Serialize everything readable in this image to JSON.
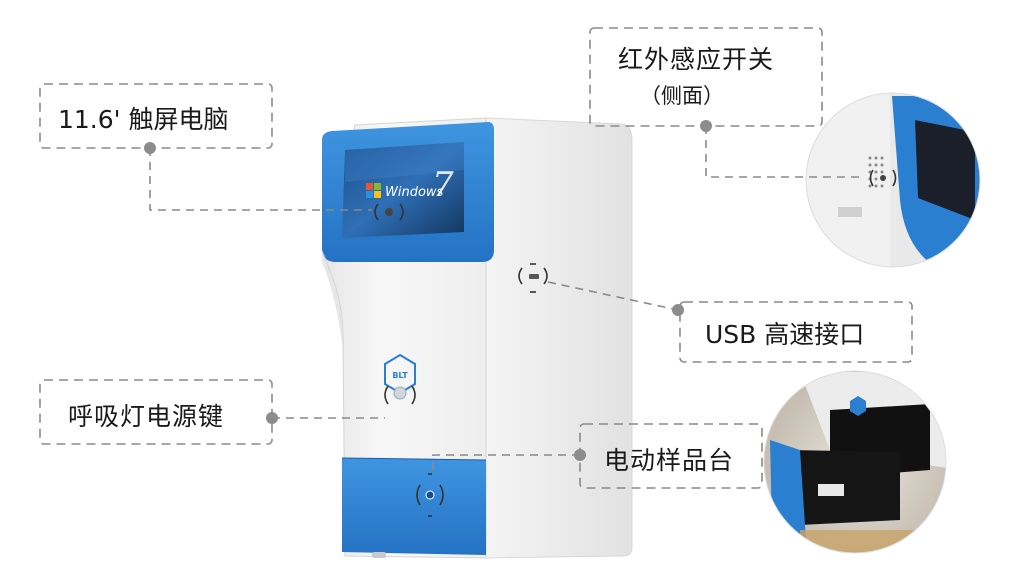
{
  "callouts": [
    {
      "id": "touchscreen",
      "text": "11.6' 触屏电脑"
    },
    {
      "id": "ir-switch",
      "text": "红外感应开关",
      "sub": "（侧面）"
    },
    {
      "id": "usb",
      "text": "USB 高速接口"
    },
    {
      "id": "power",
      "text": "呼吸灯电源键"
    },
    {
      "id": "stage",
      "text": "电动样品台"
    }
  ],
  "screen": {
    "os_text": "Windows",
    "os_version": "7"
  },
  "logo_text": "BLT",
  "colors": {
    "accent_blue": "#2a7fd0",
    "panel_blue": "#3a88d4",
    "body_white": "#f3f3f3",
    "dash_gray": "#8a8a8a",
    "dot_gray": "#8c8c8c"
  }
}
